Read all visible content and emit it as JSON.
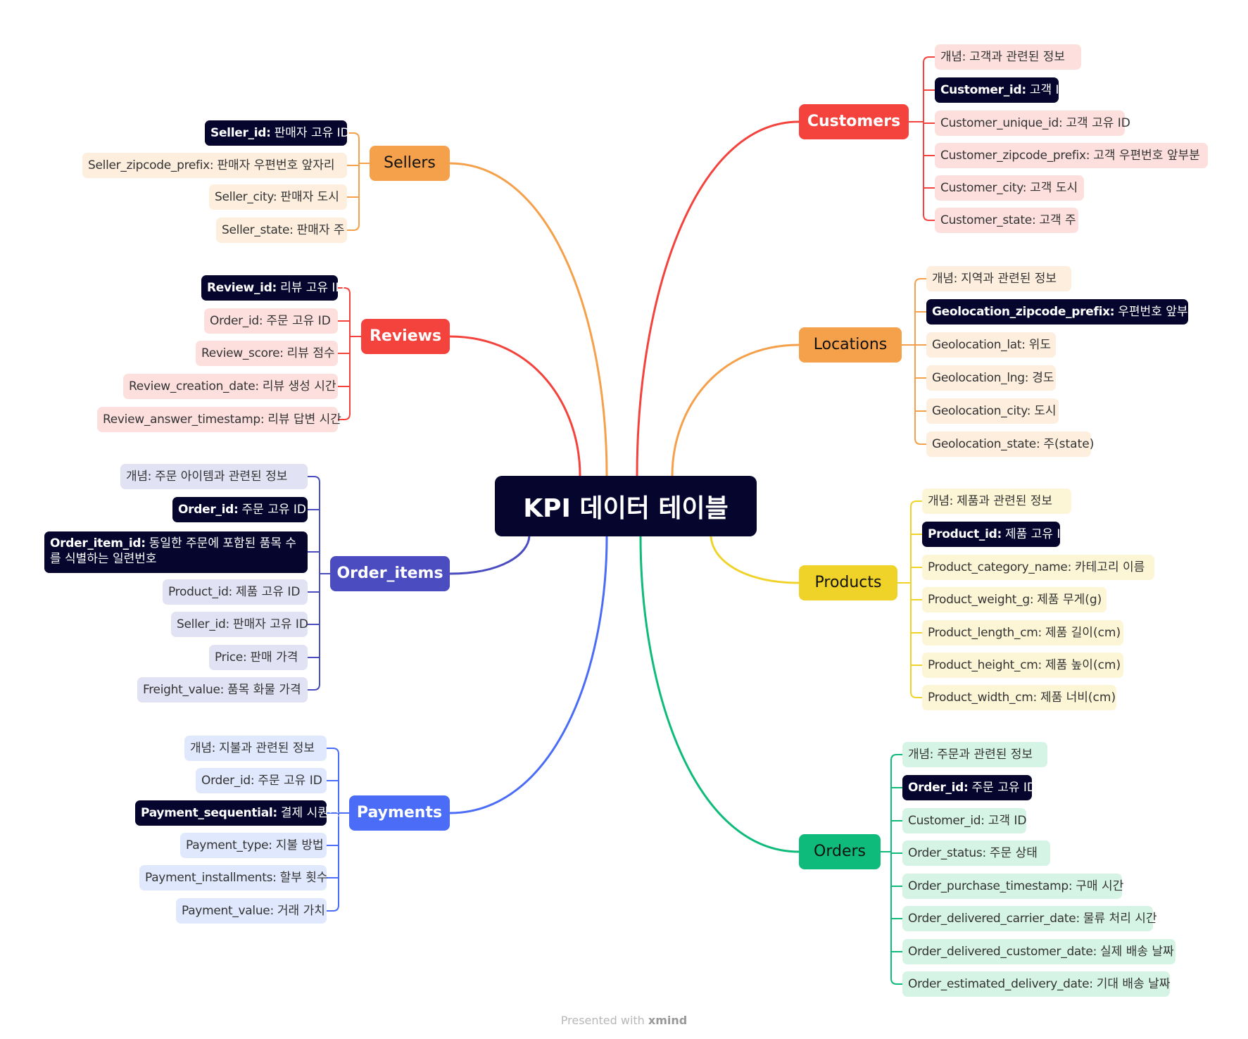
{
  "root": {
    "title": "KPI 데이터 테이블"
  },
  "footer": {
    "prefix": "Presented with",
    "brand": "xmind"
  },
  "branches": {
    "customers": {
      "label": "Customers",
      "color": "#f4423c",
      "items": [
        {
          "k": "개념:",
          "v": "고객과 관련된 정보"
        },
        {
          "k": "Customer_id:",
          "v": "고객 ID",
          "key": true
        },
        {
          "k": "Customer_unique_id:",
          "v": "고객 고유 ID"
        },
        {
          "k": "Customer_zipcode_prefix:",
          "v": "고객 우편번호 앞부분"
        },
        {
          "k": "Customer_city:",
          "v": "고객 도시"
        },
        {
          "k": "Customer_state:",
          "v": "고객 주"
        }
      ]
    },
    "locations": {
      "label": "Locations",
      "color": "#f5a04a",
      "items": [
        {
          "k": "개념:",
          "v": "지역과 관련된 정보"
        },
        {
          "k": "Geolocation_zipcode_prefix:",
          "v": "우편번호 앞부분",
          "key": true
        },
        {
          "k": "Geolocation_lat:",
          "v": "위도"
        },
        {
          "k": "Geolocation_lng:",
          "v": "경도"
        },
        {
          "k": "Geolocation_city:",
          "v": "도시"
        },
        {
          "k": "Geolocation_state:",
          "v": "주(state)"
        }
      ]
    },
    "products": {
      "label": "Products",
      "color": "#f0d328",
      "items": [
        {
          "k": "개념:",
          "v": "제품과 관련된 정보"
        },
        {
          "k": "Product_id:",
          "v": "제품 고유 ID",
          "key": true
        },
        {
          "k": "Product_category_name:",
          "v": "카테고리 이름"
        },
        {
          "k": "Product_weight_g:",
          "v": "제품 무게(g)"
        },
        {
          "k": "Product_length_cm:",
          "v": "제품 길이(cm)"
        },
        {
          "k": "Product_height_cm:",
          "v": "제품 높이(cm)"
        },
        {
          "k": "Product_width_cm:",
          "v": "제품 너비(cm)"
        }
      ]
    },
    "orders": {
      "label": "Orders",
      "color": "#0fbb7a",
      "items": [
        {
          "k": "개념:",
          "v": "주문과 관련된 정보"
        },
        {
          "k": "Order_id:",
          "v": "주문 고유 ID",
          "key": true
        },
        {
          "k": "Customer_id:",
          "v": "고객 ID"
        },
        {
          "k": "Order_status:",
          "v": "주문 상태"
        },
        {
          "k": "Order_purchase_timestamp:",
          "v": "구매 시간"
        },
        {
          "k": "Order_delivered_carrier_date:",
          "v": "물류 처리 시간"
        },
        {
          "k": "Order_delivered_customer_date:",
          "v": "실제 배송 날짜"
        },
        {
          "k": "Order_estimated_delivery_date:",
          "v": "기대 배송 날짜"
        }
      ]
    },
    "sellers": {
      "label": "Sellers",
      "color": "#f5a04a",
      "items": [
        {
          "k": "Seller_id:",
          "v": "판매자 고유 ID",
          "key": true
        },
        {
          "k": "Seller_zipcode_prefix:",
          "v": "판매자 우편번호 앞자리"
        },
        {
          "k": "Seller_city:",
          "v": "판매자 도시"
        },
        {
          "k": "Seller_state:",
          "v": "판매자 주"
        }
      ]
    },
    "reviews": {
      "label": "Reviews",
      "color": "#f4423c",
      "items": [
        {
          "k": "Review_id:",
          "v": "리뷰 고유 ID",
          "key": true
        },
        {
          "k": "Order_id:",
          "v": "주문 고유 ID"
        },
        {
          "k": "Review_score:",
          "v": "리뷰 점수"
        },
        {
          "k": "Review_creation_date:",
          "v": "리뷰 생성 시간"
        },
        {
          "k": "Review_answer_timestamp:",
          "v": "리뷰 답변 시간"
        }
      ]
    },
    "order_items": {
      "label": "Order_items",
      "color": "#4a4cbf",
      "items": [
        {
          "k": "개념:",
          "v": "주문 아이템과 관련된 정보"
        },
        {
          "k": "Order_id:",
          "v": "주문 고유 ID",
          "key": true
        },
        {
          "k": "Order_item_id:",
          "v": "동일한 주문에 포함된 품목 수를 식별하는 일련번호",
          "key": true,
          "multi": true
        },
        {
          "k": "Product_id:",
          "v": "제품 고유 ID"
        },
        {
          "k": "Seller_id:",
          "v": "판매자 고유 ID"
        },
        {
          "k": "Price:",
          "v": "판매 가격"
        },
        {
          "k": "Freight_value:",
          "v": "품목 화물 가격"
        }
      ]
    },
    "payments": {
      "label": "Payments",
      "color": "#4a6cf7",
      "items": [
        {
          "k": "개념:",
          "v": "지불과 관련된 정보"
        },
        {
          "k": "Order_id:",
          "v": "주문 고유 ID"
        },
        {
          "k": "Payment_sequential:",
          "v": "결제 시퀀스",
          "key": true
        },
        {
          "k": "Payment_type:",
          "v": "지불 방법"
        },
        {
          "k": "Payment_installments:",
          "v": "할부 횟수"
        },
        {
          "k": "Payment_value:",
          "v": "거래 가치"
        }
      ]
    }
  }
}
